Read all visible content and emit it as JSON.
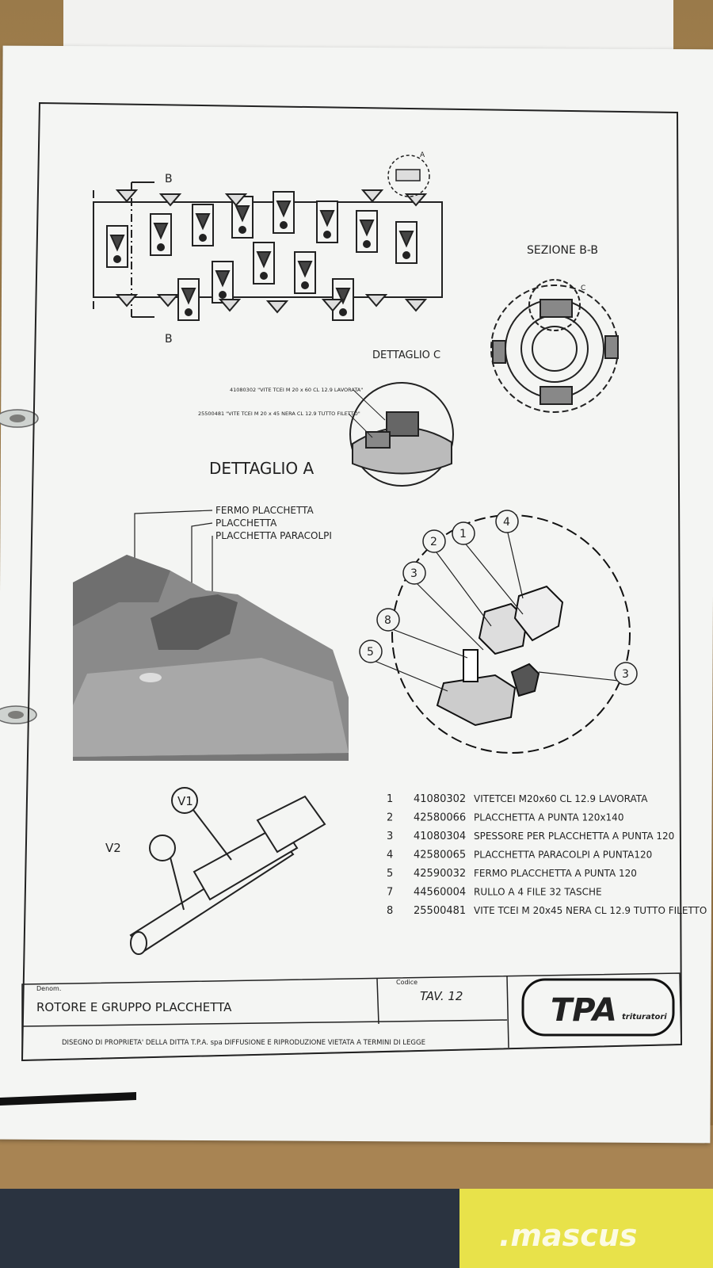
{
  "drawing": {
    "section_marker_top": "B",
    "section_marker_bottom": "B",
    "section_title": "SEZIONE B-B",
    "detail_c_title": "DETTAGLIO C",
    "detail_c_callout_top": "41080302 \"VITE TCEI M 20 x 60 CL 12.9 LAVORATA\"",
    "detail_c_callout_bottom": "25500481 \"VITE TCEI M 20 x 45 NERA CL 12.9 TUTTO FILETTO\"",
    "detail_marker_a": "A",
    "detail_marker_c": "C",
    "detail_a_title": "DETTAGLIO A",
    "label_fermo": "FERMO PLACCHETTA",
    "label_placchetta": "PLACCHETTA",
    "label_paracolpi": "PLACCHETTA PARACOLPI",
    "balloons": [
      "1",
      "2",
      "3",
      "4",
      "5",
      "8",
      "3"
    ],
    "bolt_labels": [
      "V1",
      "V2"
    ]
  },
  "parts_list": [
    {
      "num": "1",
      "code": "41080302",
      "desc": "VITETCEI M20x60 CL 12.9 LAVORATA"
    },
    {
      "num": "2",
      "code": "42580066",
      "desc": "PLACCHETTA A PUNTA 120x140"
    },
    {
      "num": "3",
      "code": "41080304",
      "desc": "SPESSORE PER PLACCHETTA A PUNTA 120"
    },
    {
      "num": "4",
      "code": "42580065",
      "desc": "PLACCHETTA PARACOLPI A PUNTA120"
    },
    {
      "num": "5",
      "code": "42590032",
      "desc": "FERMO PLACCHETTA A PUNTA 120"
    },
    {
      "num": "7",
      "code": "44560004",
      "desc": "RULLO A 4 FILE 32 TASCHE"
    },
    {
      "num": "8",
      "code": "25500481",
      "desc": "VITE TCEI M 20x45 NERA CL 12.9 TUTTO FILETTO"
    }
  ],
  "title_block": {
    "denom_label": "Denom.",
    "denom_value": "ROTORE E GRUPPO PLACCHETTA",
    "codice_label": "Codice",
    "codice_value": "TAV. 12",
    "disclaimer": "DISEGNO DI PROPRIETA' DELLA DITTA T.P.A. spa DIFFUSIONE E RIPRODUZIONE VIETATA A TERMINI DI LEGGE",
    "logo_text": "TPA",
    "logo_subtext": "trituratori"
  },
  "watermark": ".mascus",
  "colors": {
    "paper": "#f4f5f3",
    "ink": "#222222",
    "wood": "#a88453"
  }
}
